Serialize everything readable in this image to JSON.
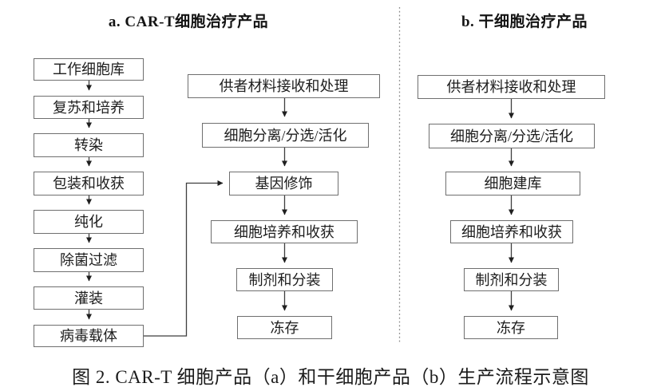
{
  "diagram": {
    "section_a": {
      "title": "a. CAR-T细胞治疗产品",
      "vector_chain": [
        "工作细胞库",
        "复苏和培养",
        "转染",
        "包装和收获",
        "纯化",
        "除菌过滤",
        "灌装",
        "病毒载体"
      ],
      "cell_chain": [
        "供者材料接收和处理",
        "细胞分离/分选/活化",
        "基因修饰",
        "细胞培养和收获",
        "制剂和分装",
        "冻存"
      ]
    },
    "section_b": {
      "title": "b. 干细胞治疗产品",
      "cell_chain": [
        "供者材料接收和处理",
        "细胞分离/分选/活化",
        "细胞建库",
        "细胞培养和收获",
        "制剂和分装",
        "冻存"
      ]
    },
    "caption": "图 2. CAR-T 细胞产品（a）和干细胞产品（b）生产流程示意图"
  },
  "colors": {
    "background": "#ffffff",
    "box_border": "#6f6f6f",
    "connector_line": "#3f3f3f",
    "arrowhead": "#1f1f1f",
    "divider": "#8a8a8a",
    "text": "#1d1d1d"
  }
}
